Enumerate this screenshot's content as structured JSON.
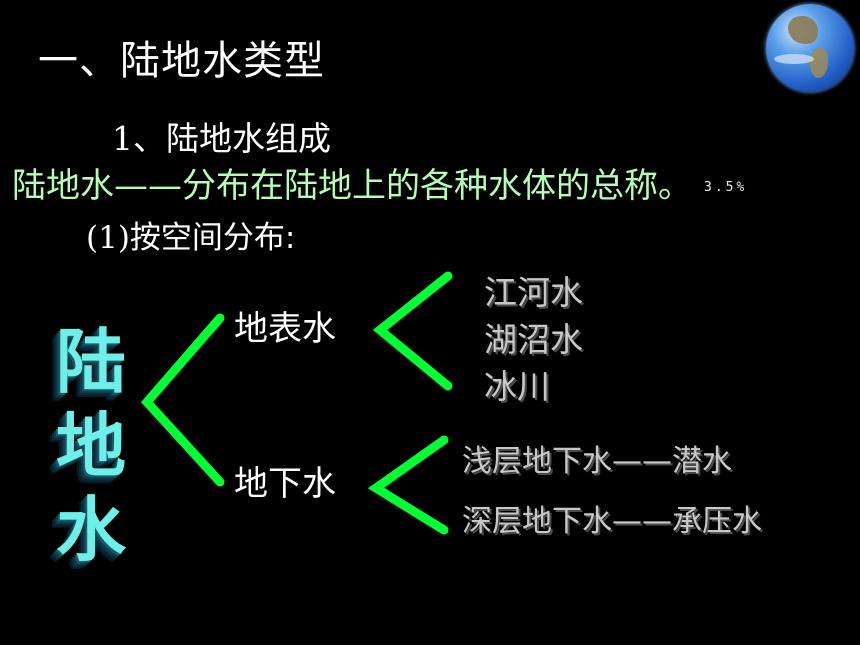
{
  "title": "一、陆地水类型",
  "subtitle1": {
    "num": "1",
    "text": "、陆地水组成"
  },
  "definition": {
    "text": "陆地水——分布在陆地上的各种水体的总称。",
    "percent": "3.5%"
  },
  "subtitle2": {
    "paren": "(1)",
    "text": "按空间分布:"
  },
  "root": [
    "陆",
    "地",
    "水"
  ],
  "surface": {
    "label": "地表水",
    "items": [
      "江河水",
      "湖沼水",
      "冰川"
    ]
  },
  "ground": {
    "label": "地下水",
    "items": [
      "浅层地下水——潜水",
      "深层地下水——承压水"
    ]
  },
  "colors": {
    "background": "#000000",
    "bracket": "#00ff33",
    "root_text": "#6ef0e8",
    "definition": "#b4ffb4"
  },
  "icons": {
    "globe": "earth-globe-icon"
  }
}
